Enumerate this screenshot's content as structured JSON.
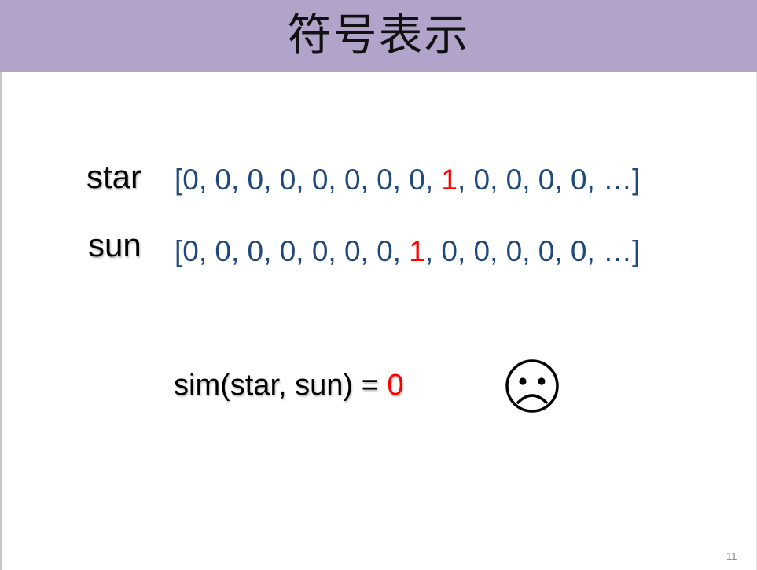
{
  "slide": {
    "title": "符号表示",
    "page_number": "11"
  },
  "rows": [
    {
      "label": "star",
      "vector_prefix": "[0, 0, 0, 0, 0, 0, 0, 0, ",
      "vector_hot": "1",
      "vector_suffix": ", 0, 0, 0, 0, …]"
    },
    {
      "label": "sun",
      "vector_prefix": "[0, 0, 0, 0, 0, 0, 0, ",
      "vector_hot": "1",
      "vector_suffix": ", 0, 0, 0, 0, 0, …]"
    }
  ],
  "similarity": {
    "expression": "sim(star, sun) = ",
    "value": "0"
  },
  "icons": {
    "sad_face": "sad-face-icon"
  },
  "colors": {
    "title_band": "#b1a3c9",
    "vector_text": "#1f497d",
    "highlight": "#ff0000",
    "page_number": "#8c8c8c"
  }
}
